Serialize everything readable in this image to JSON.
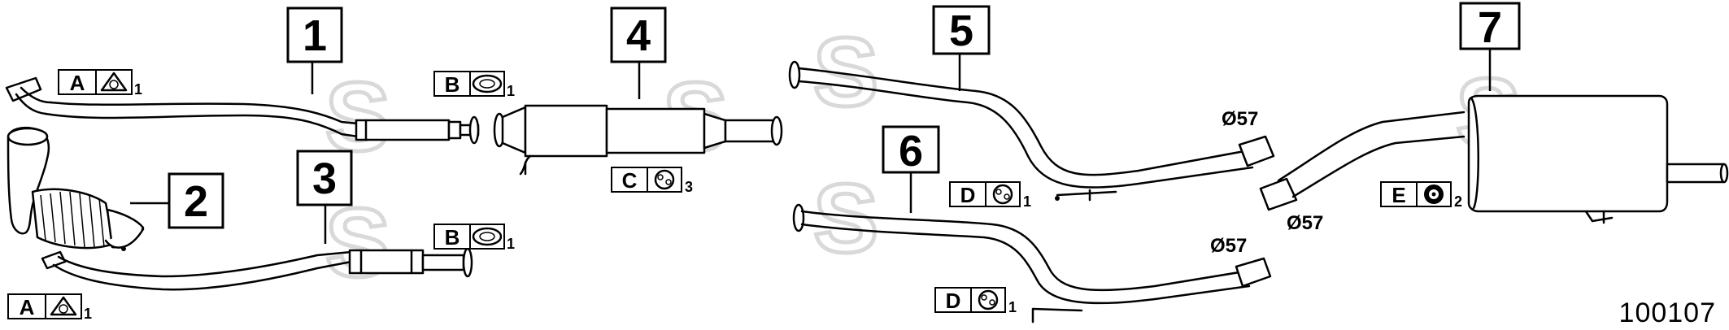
{
  "callouts": [
    "1",
    "2",
    "3",
    "4",
    "5",
    "6",
    "7"
  ],
  "tags": [
    {
      "letter": "A",
      "qty": "1"
    },
    {
      "letter": "A",
      "qty": "1"
    },
    {
      "letter": "B",
      "qty": "1"
    },
    {
      "letter": "B",
      "qty": "1"
    },
    {
      "letter": "C",
      "qty": "3"
    },
    {
      "letter": "D",
      "qty": "1"
    },
    {
      "letter": "D",
      "qty": "1"
    },
    {
      "letter": "E",
      "qty": "2"
    }
  ],
  "dimensions": [
    "Ø57",
    "Ø57",
    "Ø57"
  ],
  "reference_number": "100107",
  "watermark_glyph": "S",
  "icons": [
    "triangle-flange-gasket-icon",
    "oval-flange-gasket-icon",
    "rubber-hanger-icon",
    "round-rubber-mount-icon"
  ]
}
